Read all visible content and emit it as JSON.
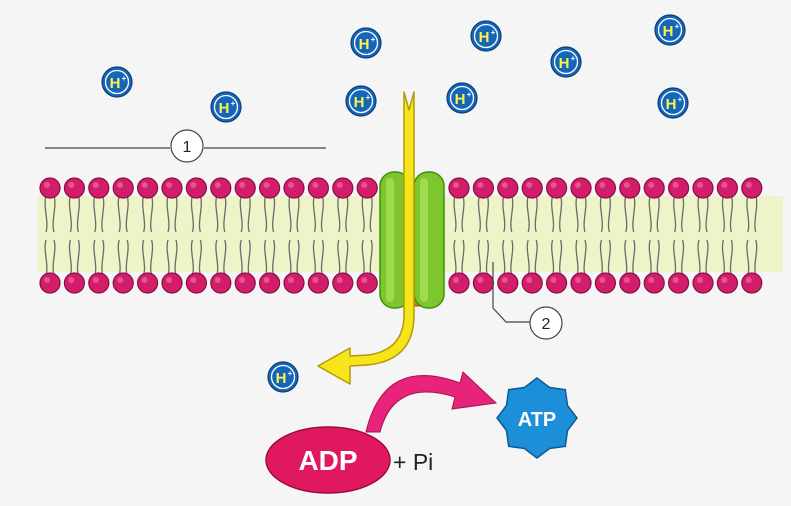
{
  "ion": {
    "symbol": "H",
    "charge": "+"
  },
  "callouts": [
    {
      "number": "1"
    },
    {
      "number": "2"
    }
  ],
  "reaction": {
    "reactant": "ADP",
    "addend": "+ Pi",
    "product": "ATP"
  },
  "colors": {
    "background": "#f5f5f5",
    "lipid_head": "#d21e6a",
    "lipid_tail": "#eef3c8",
    "channel": "#7dc62d",
    "channel_dark": "#3e8e12",
    "channel_base": "#d97a1a",
    "proton_flow_arrow": "#f7e51c",
    "reaction_arrow": "#e8237a",
    "adp": "#e0185f",
    "atp": "#1d8ed8",
    "ion_fill": "#1566b8",
    "ion_text": "#fff44a"
  }
}
